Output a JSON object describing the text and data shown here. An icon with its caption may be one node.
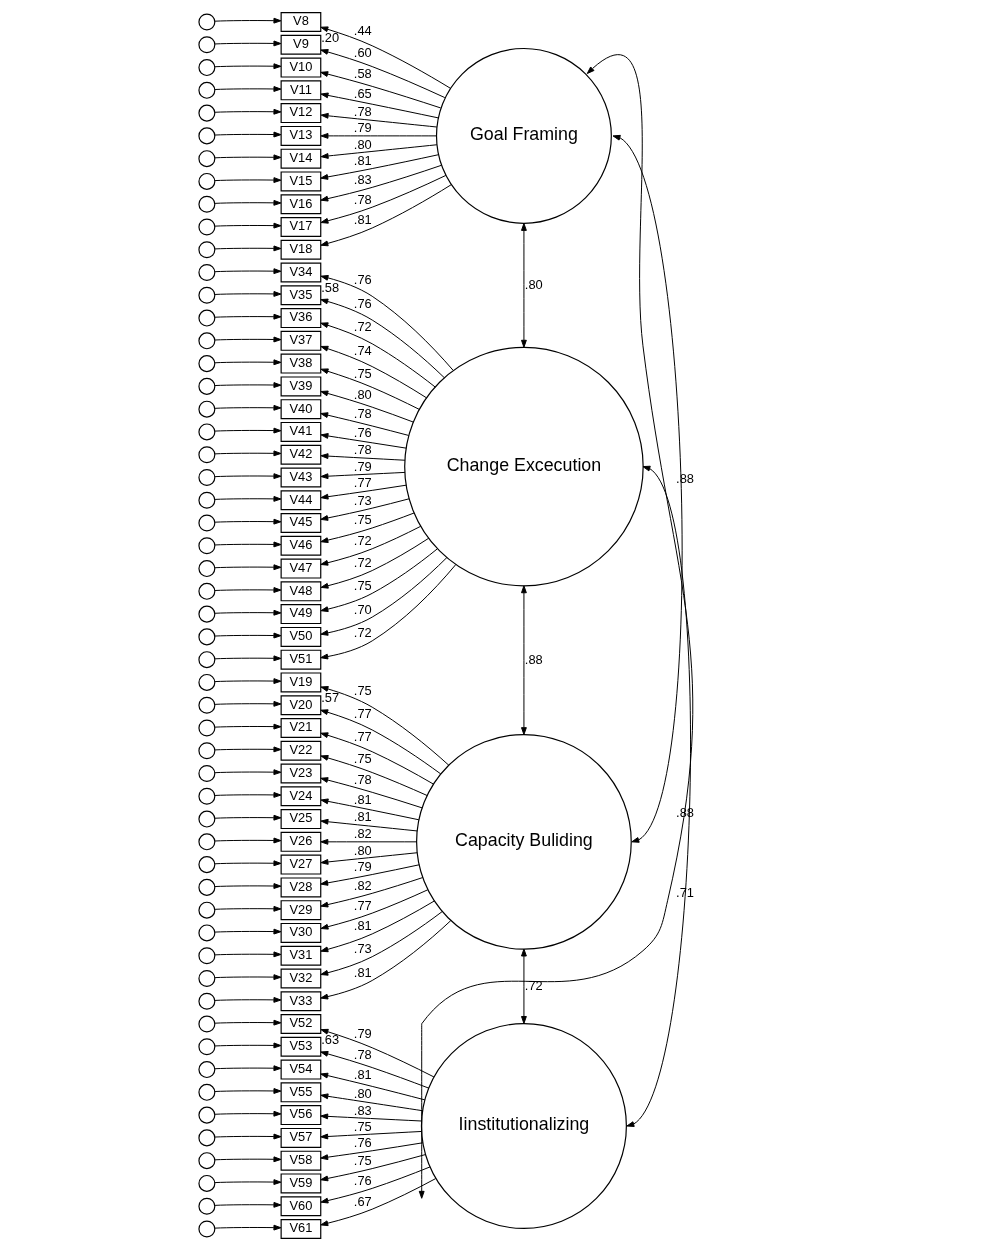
{
  "diagram": {
    "nodes": [
      {
        "text": [
          "Goal Framing"
        ]
      },
      {
        "text": [
          "Change Excecution"
        ]
      },
      {
        "text": [
          "Capacity Buliding"
        ]
      },
      {
        "text": [
          "Iinstitutionalizing"
        ]
      },
      {
        "text": [
          "V8"
        ],
        "beside": [
          ".20"
        ]
      },
      {
        "text": [
          "V9"
        ]
      },
      {
        "text": [
          "V10"
        ]
      },
      {
        "text": [
          "V11"
        ]
      },
      {
        "text": [
          "V12"
        ]
      },
      {
        "text": [
          "V13"
        ]
      },
      {
        "text": [
          "V14"
        ]
      },
      {
        "text": [
          "V15"
        ]
      },
      {
        "text": [
          "V16"
        ]
      },
      {
        "text": [
          "V17"
        ]
      },
      {
        "text": [
          "V18"
        ]
      },
      {
        "text": [
          "V34"
        ],
        "beside": [
          ".58"
        ]
      },
      {
        "text": [
          "V35"
        ]
      },
      {
        "text": [
          "V36"
        ]
      },
      {
        "text": [
          "V37"
        ]
      },
      {
        "text": [
          "V38"
        ]
      },
      {
        "text": [
          "V39"
        ]
      },
      {
        "text": [
          "V40"
        ]
      },
      {
        "text": [
          "V41"
        ]
      },
      {
        "text": [
          "V42"
        ]
      },
      {
        "text": [
          "V43"
        ]
      },
      {
        "text": [
          "V44"
        ]
      },
      {
        "text": [
          "V45"
        ]
      },
      {
        "text": [
          "V46"
        ]
      },
      {
        "text": [
          "V47"
        ]
      },
      {
        "text": [
          "V48"
        ]
      },
      {
        "text": [
          "V49"
        ]
      },
      {
        "text": [
          "V50"
        ]
      },
      {
        "text": [
          "V51"
        ]
      },
      {
        "text": [
          "V19"
        ],
        "beside": [
          ".57"
        ]
      },
      {
        "text": [
          "V20"
        ]
      },
      {
        "text": [
          "V21"
        ]
      },
      {
        "text": [
          "V22"
        ]
      },
      {
        "text": [
          "V23"
        ]
      },
      {
        "text": [
          "V24"
        ]
      },
      {
        "text": [
          "V25"
        ]
      },
      {
        "text": [
          "V26"
        ]
      },
      {
        "text": [
          "V27"
        ]
      },
      {
        "text": [
          "V28"
        ]
      },
      {
        "text": [
          "V29"
        ]
      },
      {
        "text": [
          "V30"
        ]
      },
      {
        "text": [
          "V31"
        ]
      },
      {
        "text": [
          "V32"
        ]
      },
      {
        "text": [
          "V33"
        ]
      },
      {
        "text": [
          "V52"
        ],
        "beside": [
          ".63"
        ]
      },
      {
        "text": [
          "V53"
        ]
      },
      {
        "text": [
          "V54"
        ]
      },
      {
        "text": [
          "V55"
        ]
      },
      {
        "text": [
          "V56"
        ]
      },
      {
        "text": [
          "V57"
        ]
      },
      {
        "text": [
          "V58"
        ]
      },
      {
        "text": [
          "V59"
        ]
      },
      {
        "text": [
          "V60"
        ]
      },
      {
        "text": [
          "V61"
        ]
      },
      {
        "text": [],
        "shape": "circle"
      },
      {
        "text": [],
        "shape": "circle"
      },
      {
        "text": [],
        "shape": "circle"
      },
      {
        "text": [],
        "shape": "circle"
      },
      {
        "text": [],
        "shape": "circle"
      },
      {
        "text": [],
        "shape": "circle"
      },
      {
        "text": [],
        "shape": "circle"
      },
      {
        "text": [],
        "shape": "circle"
      },
      {
        "text": [],
        "shape": "circle"
      },
      {
        "text": [],
        "shape": "circle"
      },
      {
        "text": [],
        "shape": "circle"
      },
      {
        "text": [],
        "shape": "circle"
      },
      {
        "text": [],
        "shape": "circle"
      },
      {
        "text": [],
        "shape": "circle"
      },
      {
        "text": [],
        "shape": "circle"
      },
      {
        "text": [],
        "shape": "circle"
      },
      {
        "text": [],
        "shape": "circle"
      },
      {
        "text": [],
        "shape": "circle"
      },
      {
        "text": [],
        "shape": "circle"
      },
      {
        "text": [],
        "shape": "circle"
      },
      {
        "text": [],
        "shape": "circle"
      },
      {
        "text": [],
        "shape": "circle"
      },
      {
        "text": [],
        "shape": "circle"
      },
      {
        "text": [],
        "shape": "circle"
      },
      {
        "text": [],
        "shape": "circle"
      },
      {
        "text": [],
        "shape": "circle"
      },
      {
        "text": [],
        "shape": "circle"
      },
      {
        "text": [],
        "shape": "circle"
      },
      {
        "text": [],
        "shape": "circle"
      },
      {
        "text": [],
        "shape": "circle"
      },
      {
        "text": [],
        "shape": "circle"
      },
      {
        "text": [],
        "shape": "circle"
      },
      {
        "text": [],
        "shape": "circle"
      },
      {
        "text": [],
        "shape": "circle"
      },
      {
        "text": [],
        "shape": "circle"
      },
      {
        "text": [],
        "shape": "circle"
      },
      {
        "text": [],
        "shape": "circle"
      },
      {
        "text": [],
        "shape": "circle"
      },
      {
        "text": [],
        "shape": "circle"
      },
      {
        "text": [],
        "shape": "circle"
      },
      {
        "text": [],
        "shape": "circle"
      },
      {
        "text": [],
        "shape": "circle"
      },
      {
        "text": [],
        "shape": "circle"
      },
      {
        "text": [],
        "shape": "circle"
      },
      {
        "text": [],
        "shape": "circle"
      },
      {
        "text": [],
        "shape": "circle"
      },
      {
        "text": [],
        "shape": "circle"
      },
      {
        "text": [],
        "shape": "circle"
      },
      {
        "text": [],
        "shape": "circle"
      },
      {
        "text": [],
        "shape": "circle"
      },
      {
        "text": [],
        "shape": "circle"
      },
      {
        "text": [],
        "shape": "circle"
      },
      {
        "text": [],
        "shape": "circle"
      },
      {
        "text": [],
        "shape": "circle"
      }
    ],
    "edges": [
      {
        "from": 0,
        "to": 4,
        "arrow": "to",
        "label": ".44"
      },
      {
        "from": 0,
        "to": 5,
        "arrow": "to",
        "label": ".60"
      },
      {
        "from": 0,
        "to": 6,
        "arrow": "to",
        "label": ".58"
      },
      {
        "from": 0,
        "to": 7,
        "arrow": "to",
        "label": ".65"
      },
      {
        "from": 0,
        "to": 8,
        "arrow": "to",
        "label": ".78"
      },
      {
        "from": 0,
        "to": 9,
        "arrow": "to",
        "label": ".79"
      },
      {
        "from": 0,
        "to": 10,
        "arrow": "to",
        "label": ".80"
      },
      {
        "from": 0,
        "to": 11,
        "arrow": "to",
        "label": ".81"
      },
      {
        "from": 0,
        "to": 12,
        "arrow": "to",
        "label": ".83"
      },
      {
        "from": 0,
        "to": 13,
        "arrow": "to",
        "label": ".78"
      },
      {
        "from": 0,
        "to": 14,
        "arrow": "to",
        "label": ".81"
      },
      {
        "from": 1,
        "to": 15,
        "arrow": "to",
        "label": ".76"
      },
      {
        "from": 1,
        "to": 16,
        "arrow": "to",
        "label": ".76"
      },
      {
        "from": 1,
        "to": 17,
        "arrow": "to",
        "label": ".72"
      },
      {
        "from": 1,
        "to": 18,
        "arrow": "to",
        "label": ".74"
      },
      {
        "from": 1,
        "to": 19,
        "arrow": "to",
        "label": ".75"
      },
      {
        "from": 1,
        "to": 20,
        "arrow": "to",
        "label": ".80"
      },
      {
        "from": 1,
        "to": 21,
        "arrow": "to",
        "label": ".78"
      },
      {
        "from": 1,
        "to": 22,
        "arrow": "to",
        "label": ".76"
      },
      {
        "from": 1,
        "to": 23,
        "arrow": "to",
        "label": ".78"
      },
      {
        "from": 1,
        "to": 24,
        "arrow": "to",
        "label": ".79"
      },
      {
        "from": 1,
        "to": 25,
        "arrow": "to",
        "label": ".77"
      },
      {
        "from": 1,
        "to": 26,
        "arrow": "to",
        "label": ".73"
      },
      {
        "from": 1,
        "to": 27,
        "arrow": "to",
        "label": ".75"
      },
      {
        "from": 1,
        "to": 28,
        "arrow": "to",
        "label": ".72"
      },
      {
        "from": 1,
        "to": 29,
        "arrow": "to",
        "label": ".72"
      },
      {
        "from": 1,
        "to": 30,
        "arrow": "to",
        "label": ".75"
      },
      {
        "from": 1,
        "to": 31,
        "arrow": "to",
        "label": ".70"
      },
      {
        "from": 1,
        "to": 32,
        "arrow": "to",
        "label": ".72"
      },
      {
        "from": 2,
        "to": 33,
        "arrow": "to",
        "label": ".75"
      },
      {
        "from": 2,
        "to": 34,
        "arrow": "to",
        "label": ".77"
      },
      {
        "from": 2,
        "to": 35,
        "arrow": "to",
        "label": ".77"
      },
      {
        "from": 2,
        "to": 36,
        "arrow": "to",
        "label": ".75"
      },
      {
        "from": 2,
        "to": 37,
        "arrow": "to",
        "label": ".78"
      },
      {
        "from": 2,
        "to": 38,
        "arrow": "to",
        "label": ".81"
      },
      {
        "from": 2,
        "to": 39,
        "arrow": "to",
        "label": ".81"
      },
      {
        "from": 2,
        "to": 40,
        "arrow": "to",
        "label": ".82"
      },
      {
        "from": 2,
        "to": 41,
        "arrow": "to",
        "label": ".80"
      },
      {
        "from": 2,
        "to": 42,
        "arrow": "to",
        "label": ".79"
      },
      {
        "from": 2,
        "to": 43,
        "arrow": "to",
        "label": ".82"
      },
      {
        "from": 2,
        "to": 44,
        "arrow": "to",
        "label": ".77"
      },
      {
        "from": 2,
        "to": 45,
        "arrow": "to",
        "label": ".81"
      },
      {
        "from": 2,
        "to": 46,
        "arrow": "to",
        "label": ".73"
      },
      {
        "from": 2,
        "to": 47,
        "arrow": "to",
        "label": ".81"
      },
      {
        "from": 3,
        "to": 48,
        "arrow": "to",
        "label": ".79"
      },
      {
        "from": 3,
        "to": 49,
        "arrow": "to",
        "label": ".78"
      },
      {
        "from": 3,
        "to": 50,
        "arrow": "to",
        "label": ".81"
      },
      {
        "from": 3,
        "to": 51,
        "arrow": "to",
        "label": ".80"
      },
      {
        "from": 3,
        "to": 52,
        "arrow": "to",
        "label": ".83"
      },
      {
        "from": 3,
        "to": 53,
        "arrow": "to",
        "label": ".75"
      },
      {
        "from": 3,
        "to": 54,
        "arrow": "to",
        "label": ".76"
      },
      {
        "from": 3,
        "to": 55,
        "arrow": "to",
        "label": ".75"
      },
      {
        "from": 3,
        "to": 56,
        "arrow": "to",
        "label": ".76"
      },
      {
        "from": 3,
        "to": 57,
        "arrow": "to",
        "label": ".67"
      },
      {
        "from": 58,
        "to": 4,
        "arrow": "to"
      },
      {
        "from": 59,
        "to": 5,
        "arrow": "to"
      },
      {
        "from": 60,
        "to": 6,
        "arrow": "to"
      },
      {
        "from": 61,
        "to": 7,
        "arrow": "to"
      },
      {
        "from": 62,
        "to": 8,
        "arrow": "to"
      },
      {
        "from": 63,
        "to": 9,
        "arrow": "to"
      },
      {
        "from": 64,
        "to": 10,
        "arrow": "to"
      },
      {
        "from": 65,
        "to": 11,
        "arrow": "to"
      },
      {
        "from": 66,
        "to": 12,
        "arrow": "to"
      },
      {
        "from": 67,
        "to": 13,
        "arrow": "to"
      },
      {
        "from": 68,
        "to": 14,
        "arrow": "to"
      },
      {
        "from": 69,
        "to": 15,
        "arrow": "to"
      },
      {
        "from": 70,
        "to": 16,
        "arrow": "to"
      },
      {
        "from": 71,
        "to": 17,
        "arrow": "to"
      },
      {
        "from": 72,
        "to": 18,
        "arrow": "to"
      },
      {
        "from": 73,
        "to": 19,
        "arrow": "to"
      },
      {
        "from": 74,
        "to": 20,
        "arrow": "to"
      },
      {
        "from": 75,
        "to": 21,
        "arrow": "to"
      },
      {
        "from": 76,
        "to": 22,
        "arrow": "to"
      },
      {
        "from": 77,
        "to": 23,
        "arrow": "to"
      },
      {
        "from": 78,
        "to": 24,
        "arrow": "to"
      },
      {
        "from": 79,
        "to": 25,
        "arrow": "to"
      },
      {
        "from": 80,
        "to": 26,
        "arrow": "to"
      },
      {
        "from": 81,
        "to": 27,
        "arrow": "to"
      },
      {
        "from": 82,
        "to": 28,
        "arrow": "to"
      },
      {
        "from": 83,
        "to": 29,
        "arrow": "to"
      },
      {
        "from": 84,
        "to": 30,
        "arrow": "to"
      },
      {
        "from": 85,
        "to": 31,
        "arrow": "to"
      },
      {
        "from": 86,
        "to": 32,
        "arrow": "to"
      },
      {
        "from": 87,
        "to": 33,
        "arrow": "to"
      },
      {
        "from": 88,
        "to": 34,
        "arrow": "to"
      },
      {
        "from": 89,
        "to": 35,
        "arrow": "to"
      },
      {
        "from": 90,
        "to": 36,
        "arrow": "to"
      },
      {
        "from": 91,
        "to": 37,
        "arrow": "to"
      },
      {
        "from": 92,
        "to": 38,
        "arrow": "to"
      },
      {
        "from": 93,
        "to": 39,
        "arrow": "to"
      },
      {
        "from": 94,
        "to": 40,
        "arrow": "to"
      },
      {
        "from": 95,
        "to": 41,
        "arrow": "to"
      },
      {
        "from": 96,
        "to": 42,
        "arrow": "to"
      },
      {
        "from": 97,
        "to": 43,
        "arrow": "to"
      },
      {
        "from": 98,
        "to": 44,
        "arrow": "to"
      },
      {
        "from": 99,
        "to": 45,
        "arrow": "to"
      },
      {
        "from": 100,
        "to": 46,
        "arrow": "to"
      },
      {
        "from": 101,
        "to": 47,
        "arrow": "to"
      },
      {
        "from": 102,
        "to": 48,
        "arrow": "to"
      },
      {
        "from": 103,
        "to": 49,
        "arrow": "to"
      },
      {
        "from": 104,
        "to": 50,
        "arrow": "to"
      },
      {
        "from": 105,
        "to": 51,
        "arrow": "to"
      },
      {
        "from": 106,
        "to": 52,
        "arrow": "to"
      },
      {
        "from": 107,
        "to": 53,
        "arrow": "to"
      },
      {
        "from": 108,
        "to": 54,
        "arrow": "to"
      },
      {
        "from": 109,
        "to": 55,
        "arrow": "to"
      },
      {
        "from": 110,
        "to": 56,
        "arrow": "to"
      },
      {
        "from": 111,
        "to": 57,
        "arrow": "to"
      },
      {
        "from": 0,
        "to": 1,
        "arrow": "both",
        "label": ".80"
      },
      {
        "from": 0,
        "to": 2,
        "arrow": "both",
        "label": ".88"
      },
      {
        "from": 0,
        "to": 3,
        "arrow": "both",
        "label": ".71"
      },
      {
        "from": 1,
        "to": 2,
        "arrow": "both",
        "label": ".88"
      },
      {
        "from": 1,
        "to": 3,
        "arrow": "both",
        "label": ".88"
      },
      {
        "from": 2,
        "to": 3,
        "arrow": "both",
        "label": ".72"
      }
    ]
  }
}
